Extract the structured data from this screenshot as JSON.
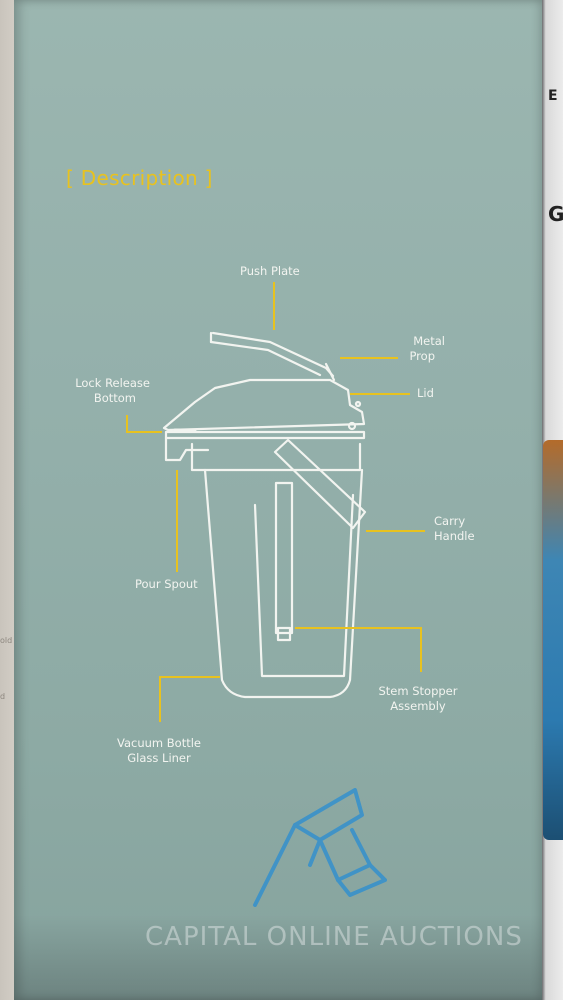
{
  "heading": "[ Description ]",
  "labels": {
    "push_plate": "Push Plate",
    "metal_prop_1": "Metal",
    "metal_prop_2": "Prop",
    "lid": "Lid",
    "lock_release_1": "Lock Release",
    "lock_release_2": "Bottom",
    "carry_handle_1": "Carry",
    "carry_handle_2": "Handle",
    "pour_spout": "Pour Spout",
    "stem_stopper_1": "Stem Stopper",
    "stem_stopper_2": "Assembly",
    "vacuum_bottle_1": "Vacuum Bottle",
    "vacuum_bottle_2": "Glass Liner"
  },
  "watermark": "CAPITAL ONLINE AUCTIONS",
  "background": {
    "left_text_1": "old",
    "left_text_2": "d",
    "right_text_1": "E",
    "right_text_2": "G"
  },
  "colors": {
    "box": "#94b0ab",
    "accent_yellow": "#e8c21f",
    "line_white": "#f2f4f0",
    "logo_blue": "#2f8fd0"
  }
}
